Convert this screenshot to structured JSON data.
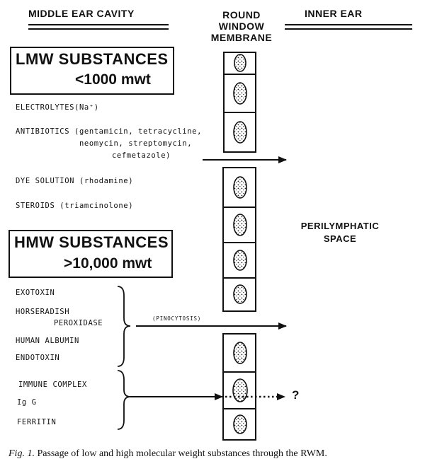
{
  "headers": {
    "middle_ear": "MIDDLE EAR CAVITY",
    "rwm_line1": "ROUND",
    "rwm_line2": "WINDOW",
    "rwm_line3": "MEMBRANE",
    "inner_ear": "INNER EAR"
  },
  "lmw": {
    "title": "LMW SUBSTANCES",
    "subtitle": "<1000 mwt",
    "items": [
      "ELECTROLYTES(Na⁺)",
      "ANTIBIOTICS (gentamicin, tetracycline,",
      "neomycin, streptomycin,",
      "cefmetazole)",
      "DYE SOLUTION (rhodamine)",
      "STEROIDS (triamcinolone)"
    ]
  },
  "hmw": {
    "title": "HMW SUBSTANCES",
    "subtitle": ">10,000 mwt",
    "items": [
      "EXOTOXIN",
      "HORSERADISH",
      "PEROXIDASE",
      "HUMAN ALBUMIN",
      "ENDOTOXIN",
      "IMMUNE COMPLEX",
      "Ig G",
      "FERRITIN"
    ]
  },
  "pinocytosis_label": "(PINOCYTOSIS)",
  "question_mark": "?",
  "perilymphatic_line1": "PERILYMPHATIC",
  "perilymphatic_line2": "SPACE",
  "caption": {
    "label": "Fig. 1.",
    "text": " Passage of low and high molecular weight substances through the RWM."
  }
}
